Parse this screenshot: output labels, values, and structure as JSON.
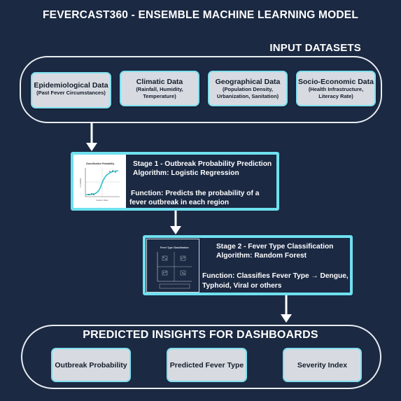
{
  "title": "FEVERCAST360 - ENSEMBLE MACHINE LEARNING MODEL",
  "inputs": {
    "heading": "INPUT DATASETS",
    "datasets": [
      {
        "title": "Epidemiological Data",
        "sub1": "(Past Fever Circumstances)",
        "sub2": ""
      },
      {
        "title": "Climatic Data",
        "sub1": "(Rainfall, Humidity,",
        "sub2": "Temperature)"
      },
      {
        "title": "Geographical Data",
        "sub1": "(Population Density,",
        "sub2": "Urbanization, Sanitation)"
      },
      {
        "title": "Socio-Economic Data",
        "sub1": "(Health Infrastructure,",
        "sub2": "Literacy Rate)"
      }
    ]
  },
  "stage1": {
    "line1": "Stage 1 - Outbreak Probability Prediction",
    "line2": "Algorithm: Logistic Regression",
    "func1": "Function: Predicts the probability of a",
    "func2": "fever outbreak in each region",
    "thumb_title": "Classification Probability",
    "thumb_xlabel": "Feature Value",
    "thumb_ylabel": "Probability"
  },
  "stage2": {
    "line1": "Stage 2 - Fever Type Classification",
    "line2": "Algorithm: Random Forest",
    "func1": "Function: Classifies Fever Type → Dengue,",
    "func2": "Typhoid, Viral or others",
    "thumb_title": "Fever Type Classification"
  },
  "insights": {
    "heading": "PREDICTED INSIGHTS FOR DASHBOARDS",
    "items": [
      "Outbreak Probability",
      "Predicted Fever Type",
      "Severity Index"
    ]
  },
  "colors": {
    "background": "#1b2942",
    "accent": "#6fe0ef",
    "box_fill": "#d7dbe1"
  }
}
